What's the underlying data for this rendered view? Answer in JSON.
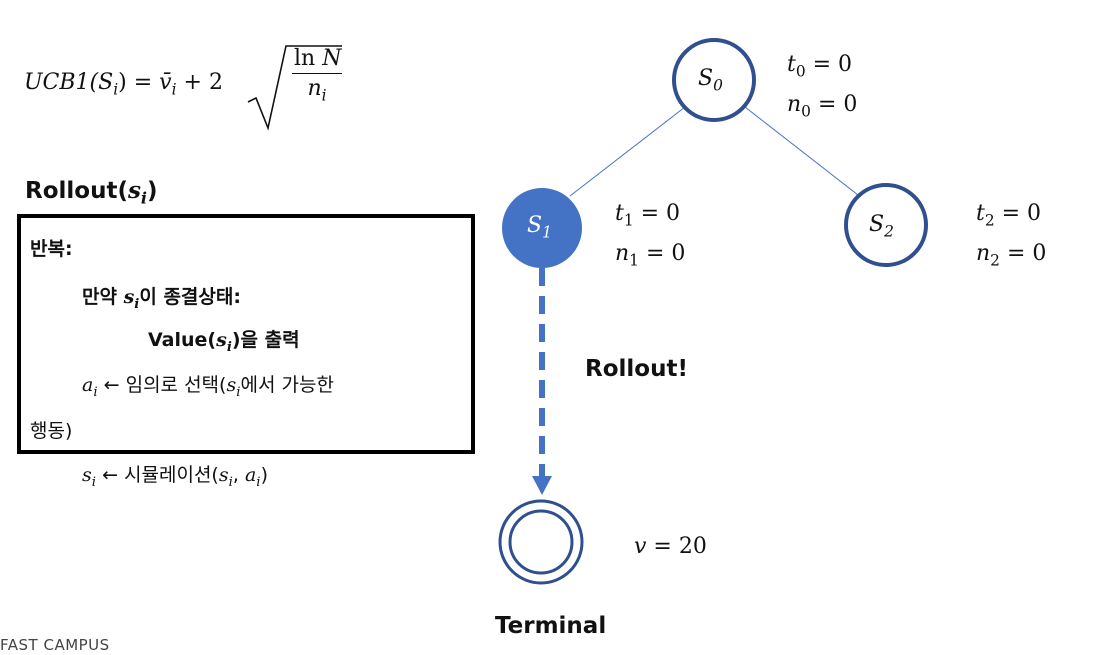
{
  "formula": {
    "lhs": "UCB1(S",
    "lhs_sub": "i",
    "mid": ") = ",
    "vbar": "v̄",
    "vbar_sub": "i",
    "plus": " + 2",
    "num": "ln ",
    "num_var": "N",
    "den": "n",
    "den_sub": "i"
  },
  "rollout_title": {
    "text": "Rollout(",
    "var": "s",
    "sub": "i",
    "close": ")"
  },
  "algorithm": {
    "line1": "반복:",
    "line2_pre": "만약 ",
    "line2_var": "s",
    "line2_sub": "i",
    "line2_post": "이 종결상태:",
    "line3_pre": "Value(",
    "line3_var": "s",
    "line3_sub": "i",
    "line3_post": ")을 출력",
    "line4_var": "a",
    "line4_sub": "i",
    "line4_mid": " ← 임의로 선택(",
    "line4_var2": "s",
    "line4_sub2": "i",
    "line4_post": "에서 가능한",
    "line5": "행동)",
    "line6_var": "s",
    "line6_sub": "i",
    "line6_mid": " ← 시뮬레이션(",
    "line6_var2": "s",
    "line6_sub2": "i",
    "line6_comma": ", ",
    "line6_var3": "a",
    "line6_sub3": "i",
    "line6_close": ")"
  },
  "tree": {
    "s0": {
      "label": "S",
      "sub": "0",
      "t": "t",
      "t_sub": "0",
      "t_val": " = 0",
      "n": "n",
      "n_sub": "0",
      "n_val": " = 0"
    },
    "s1": {
      "label": "S",
      "sub": "1",
      "t": "t",
      "t_sub": "1",
      "t_val": " = 0",
      "n": "n",
      "n_sub": "1",
      "n_val": " = 0"
    },
    "s2": {
      "label": "S",
      "sub": "2",
      "t": "t",
      "t_sub": "2",
      "t_val": " = 0",
      "n": "n",
      "n_sub": "2",
      "n_val": " = 0"
    },
    "rollout_label": "Rollout!",
    "terminal_value": {
      "var": "v",
      "val": " = 20"
    },
    "terminal_label": "Terminal"
  },
  "colors": {
    "node_stroke": "#2f4f8f",
    "selected_fill": "#4472c4",
    "edge": "#4472c4",
    "rollout_arrow": "#4472c4"
  },
  "brand": "FAST CAMPUS"
}
